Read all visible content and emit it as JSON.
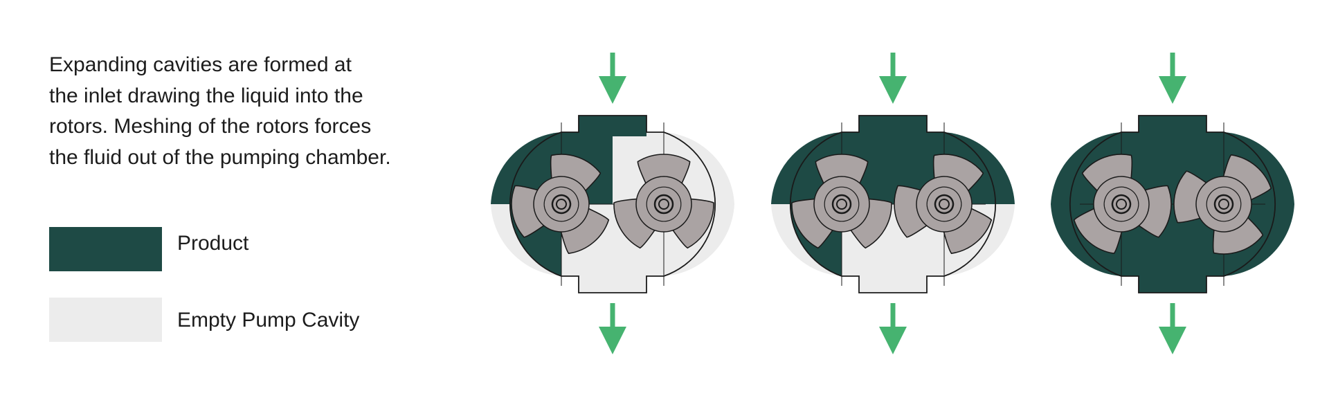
{
  "description_lines": [
    "Expanding cavities are formed at",
    "the inlet drawing the liquid into the",
    "rotors.  Meshing of the rotors forces",
    "the fluid out of the pumping chamber."
  ],
  "legend": [
    {
      "label": "Product",
      "color": "#1e4a45"
    },
    {
      "label": "Empty Pump Cavity",
      "color": "#ececec"
    }
  ],
  "colors": {
    "product": "#1e4a45",
    "empty": "#ececec",
    "rotor": "#aaa3a3",
    "flow_arrow": "#46b370",
    "outline": "#1a1a1a"
  },
  "stages": [
    {
      "stage": 1,
      "top_area": "product",
      "bottom_area": "empty",
      "left_outer": "product",
      "right_outer": "empty"
    },
    {
      "stage": 2,
      "top_area": "product",
      "bottom_area": "empty",
      "left_outer": "product",
      "right_outer": "product"
    },
    {
      "stage": 3,
      "top_area": "product",
      "bottom_area": "product",
      "left_outer": "product",
      "right_outer": "product"
    }
  ],
  "icons": {
    "flow_arrow": "down-arrow-icon"
  }
}
